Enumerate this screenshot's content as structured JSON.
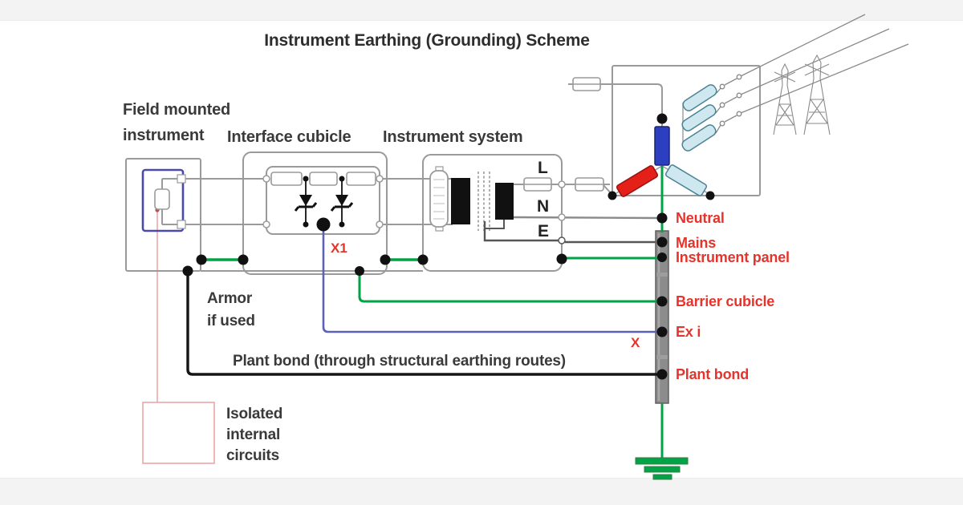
{
  "title": "Instrument Earthing (Grounding) Scheme",
  "boxes": {
    "field_instrument": {
      "line1": "Field mounted",
      "line2": "instrument"
    },
    "interface_cubicle": {
      "label": "Interface cubicle"
    },
    "instrument_system": {
      "label": "Instrument system"
    },
    "isolated_circuits": {
      "line1": "Isolated",
      "line2": "internal",
      "line3": "circuits"
    }
  },
  "terminals": {
    "live": "L",
    "neutral": "N",
    "earth": "E"
  },
  "connection_points": {
    "x1": "X1",
    "x": "X"
  },
  "notes": {
    "armor_line1": "Armor",
    "armor_line2": "if used",
    "plant_bond_route": "Plant bond (through structural earthing routes)"
  },
  "earth_bar": {
    "labels": [
      "Neutral",
      "Mains",
      "Instrument panel",
      "Barrier cubicle",
      "Ex i",
      "Plant bond"
    ]
  },
  "icons": [
    "fuse-icon",
    "zener-diode-icon",
    "resistor-icon",
    "transformer-icon",
    "connector-icon",
    "disconnect-switch-icon",
    "transmission-tower-icon",
    "earth-electrode-icon",
    "junction-dot"
  ],
  "colors": {
    "bond_green": "#00a345",
    "exi_blue": "#5c63b5",
    "armor_black": "#151515",
    "label_red": "#e4342c",
    "winding_blue": "#2b3fc0",
    "winding_red": "#e32119",
    "winding_cyan": "#cfe8ef",
    "isolated_pink": "#e9a6a6",
    "wire_gray": "#9a9a9a",
    "busbar_gray": "#8c8c8c"
  }
}
